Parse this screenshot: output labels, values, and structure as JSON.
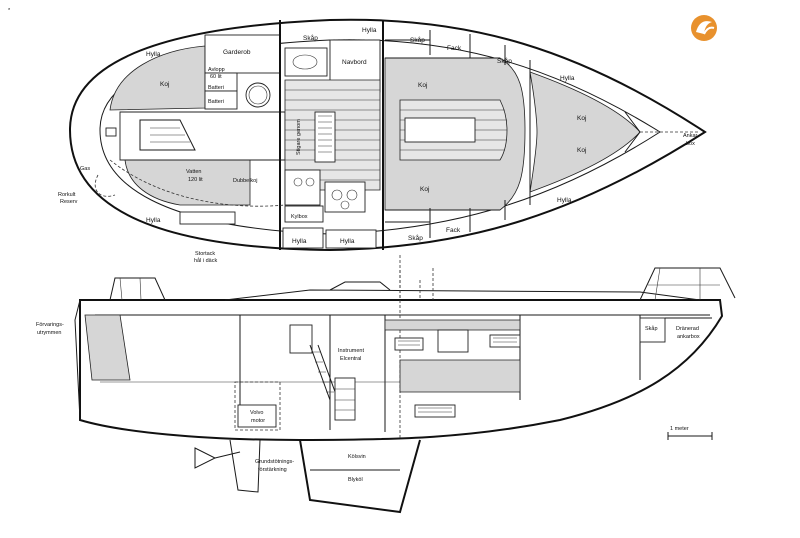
{
  "corner_mark": "*",
  "logo": {
    "color": "#e8912d"
  },
  "plan_labels": {
    "hylla_top_left": "Hylla",
    "hylla_top_mid": "Hylla",
    "hylla_right_top": "Hylla",
    "hylla_right_bottom": "Hylla",
    "hylla_bottom_left": "Hylla",
    "hylla_bottom_mid1": "Hylla",
    "hylla_bottom_mid2": "Hylla",
    "kojen_left": "Koj",
    "koj_mid": "Koj",
    "koj_center": "Koj",
    "koj_fore_top": "Koj",
    "koj_fore_bottom": "Koj",
    "garderob": "Garderob",
    "skap_top": "Skåp",
    "skap_top2": "Skåp",
    "skap_right": "Skåp",
    "skap_bottom": "Skåp",
    "fack_top": "Fack",
    "fack_bottom": "Fack",
    "navbord": "Navbord",
    "avlopp_line1": "Avlopp",
    "avlopp_line2": "60 lit",
    "batteri1": "Batteri",
    "batteri2": "Batteri",
    "vatten_line1": "Vatten",
    "vatten_line2": "120 lit",
    "dubbelkoj": "Dubbelkoj",
    "kylbox": "Kylbox",
    "stigare": "Stigare genom",
    "gas": "Gas",
    "rorkult_line1": "Rorkult",
    "rorkult_line2": "Reserv",
    "stortack_line1": "Stortack",
    "stortack_line2": "hål i däck",
    "ankarbox_line1": "Ankar-",
    "ankarbox_line2": "box"
  },
  "profile_labels": {
    "forvaring_line1": "Förvarings-",
    "forvaring_line2": "utrymmen",
    "instrument_line1": "Instrument",
    "instrument_line2": "Elcentral",
    "volvo_line1": "Volvo",
    "volvo_line2": "motor",
    "skap": "Skåp",
    "dranerad_line1": "Dränerad",
    "dranerad_line2": "ankarbox",
    "grund_line1": "Grundstötnings-",
    "grund_line2": "förstärkning",
    "kolsvin": "Kölsvin",
    "blykol": "Blyköl"
  },
  "scale": {
    "label": "1 meter"
  }
}
